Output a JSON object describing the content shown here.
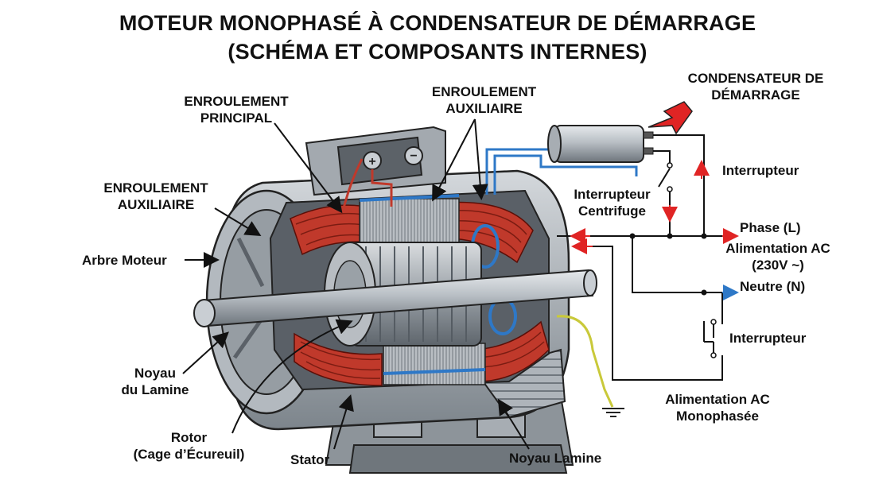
{
  "title": {
    "line1": "MOTEUR MONOPHASÉ À CONDENSATEUR DE DÉMARRAGE",
    "line2": "(SCHÉMA ET COMPOSANTS INTERNES)"
  },
  "labels": {
    "enroulement_principal": [
      "ENROULEMENT",
      "PRINCIPAL"
    ],
    "enroulement_auxiliaire_top": [
      "ENROULEMENT",
      "AUXILIAIRE"
    ],
    "enroulement_auxiliaire_left": [
      "ENROULEMENT",
      "AUXILIAIRE"
    ],
    "condensateur": [
      "CONDENSATEUR DE",
      "DÉMARRAGE"
    ],
    "interrupteur_top": "Interrupteur",
    "interrupteur_centrifuge": [
      "Interrupteur",
      "Centrifuge"
    ],
    "phase": "Phase (L)",
    "alimentation_ac": [
      "Alimentation AC",
      "(230V ~)"
    ],
    "neutre": "Neutre (N)",
    "interrupteur_bottom": "Interrupteur",
    "alimentation_mono": [
      "Alimentation AC",
      "Monophasée"
    ],
    "arbre_moteur": "Arbre Moteur",
    "noyau_lamine_left": [
      "Noyau",
      "du Lamine"
    ],
    "rotor": [
      "Rotor",
      "(Cage d’Écureuil)"
    ],
    "stator": "Stator",
    "noyau_lamine_bottom": "Noyau Lamine"
  },
  "colors": {
    "copper": "#c0392b",
    "blue_wire": "#2e78c7",
    "red_arrow": "#e02424",
    "steel": "#9aa1a7",
    "ground_wire": "#c9c93a"
  },
  "icons": {
    "terminals": [
      "plus-terminal-icon",
      "minus-terminal-icon"
    ],
    "ground": "ground-symbol-icon",
    "pointer": "red-arrow-icon"
  }
}
